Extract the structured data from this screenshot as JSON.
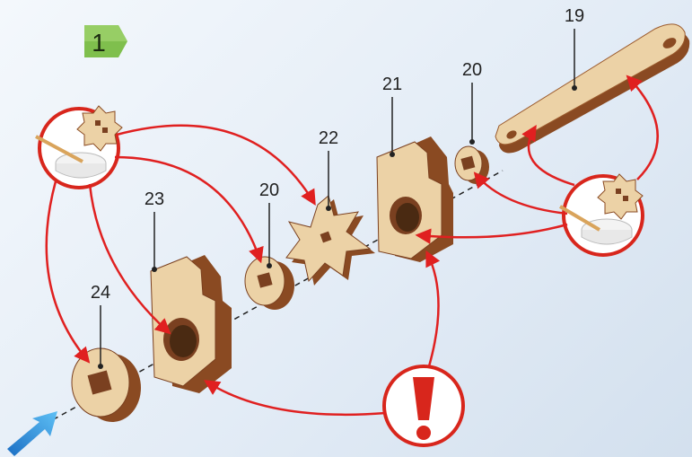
{
  "step": {
    "number": "1",
    "badge_color": "#7fbf4d"
  },
  "parts": [
    {
      "id": "p19",
      "label": "19"
    },
    {
      "id": "p20a",
      "label": "20"
    },
    {
      "id": "p21",
      "label": "21"
    },
    {
      "id": "p22",
      "label": "22"
    },
    {
      "id": "p20b",
      "label": "20"
    },
    {
      "id": "p23",
      "label": "23"
    },
    {
      "id": "p24",
      "label": "24"
    }
  ],
  "colors": {
    "arrow": "#e02020",
    "wood_light": "#ecd2a6",
    "wood_dark": "#8a4a22",
    "callout_ring": "#d8261c",
    "assembly_arrow": "#2a8fd8"
  },
  "icons": [
    "glue-gear-icon",
    "warning-exclamation-icon",
    "assembly-direction-arrow-icon"
  ]
}
